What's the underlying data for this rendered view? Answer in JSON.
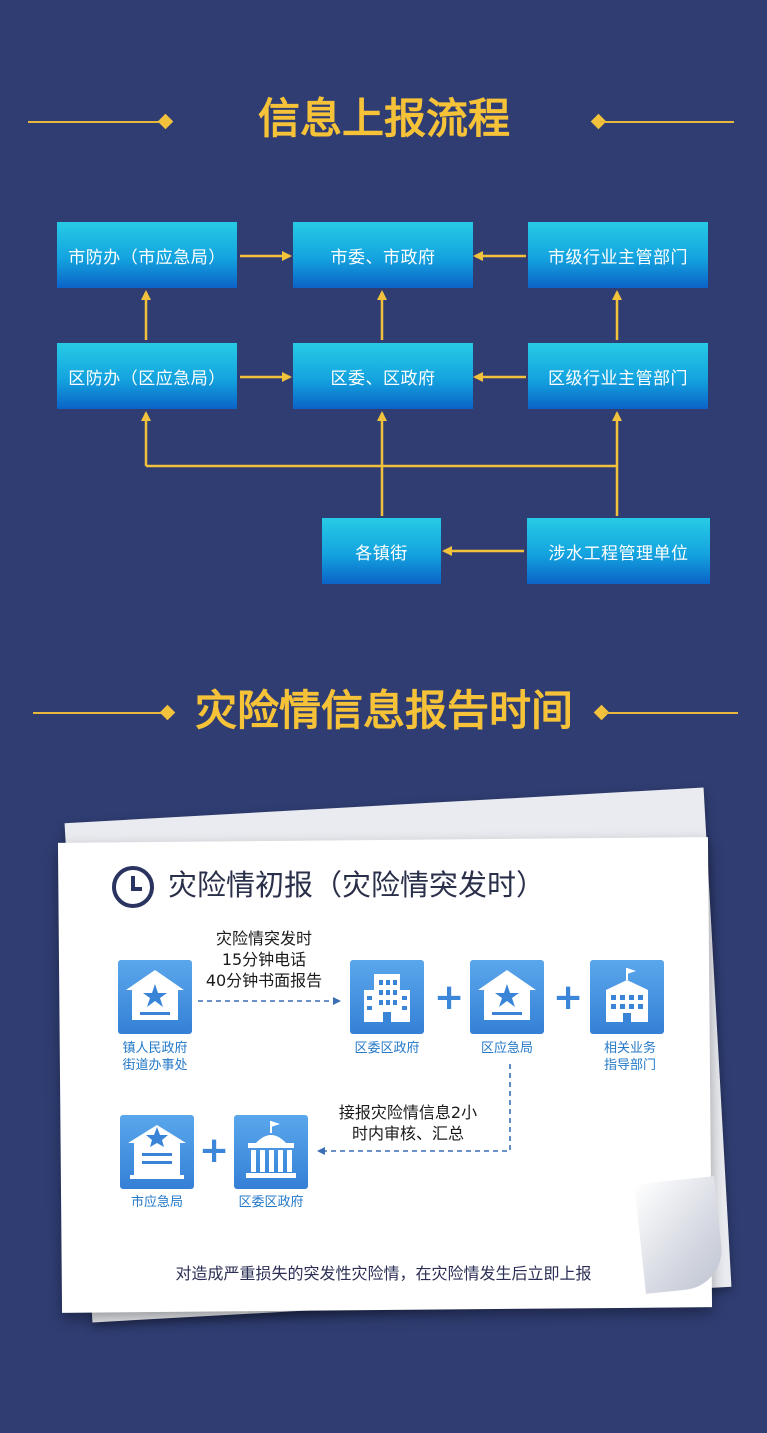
{
  "section1": {
    "title": "信息上报流程"
  },
  "flow": {
    "boxes": {
      "city_flood": "市防办（市应急局）",
      "city_gov": "市委、市政府",
      "city_dept": "市级行业主管部门",
      "district_flood": "区防办（区应急局）",
      "district_gov": "区委、区政府",
      "district_dept": "区级行业主管部门",
      "towns": "各镇街",
      "water_units": "涉水工程管理单位"
    }
  },
  "section2": {
    "title": "灾险情信息报告时间"
  },
  "report": {
    "title": "灾险情初报（灾险情突发时）",
    "step1_text": [
      "灾险情突发时",
      "15分钟电话",
      "40分钟书面报告"
    ],
    "step2_text": [
      "接报灾险情信息2小",
      "时内审核、汇总"
    ],
    "labels": {
      "town_gov": [
        "镇人民政府",
        "街道办事处"
      ],
      "district_gov_a": "区委区政府",
      "district_emergency": "区应急局",
      "related_dept": [
        "相关业务",
        "指导部门"
      ],
      "city_emergency": "市应急局",
      "district_gov_b": "区委区政府"
    },
    "plus": "+",
    "footnote": "对造成严重损失的突发性灾险情，在灾险情发生后立即上报"
  },
  "colors": {
    "background": "#2f3d72",
    "accent": "#f6c238",
    "box_top": "#27cbe5",
    "box_bottom": "#0b63c7",
    "icon_blue": "#3a84d8"
  }
}
